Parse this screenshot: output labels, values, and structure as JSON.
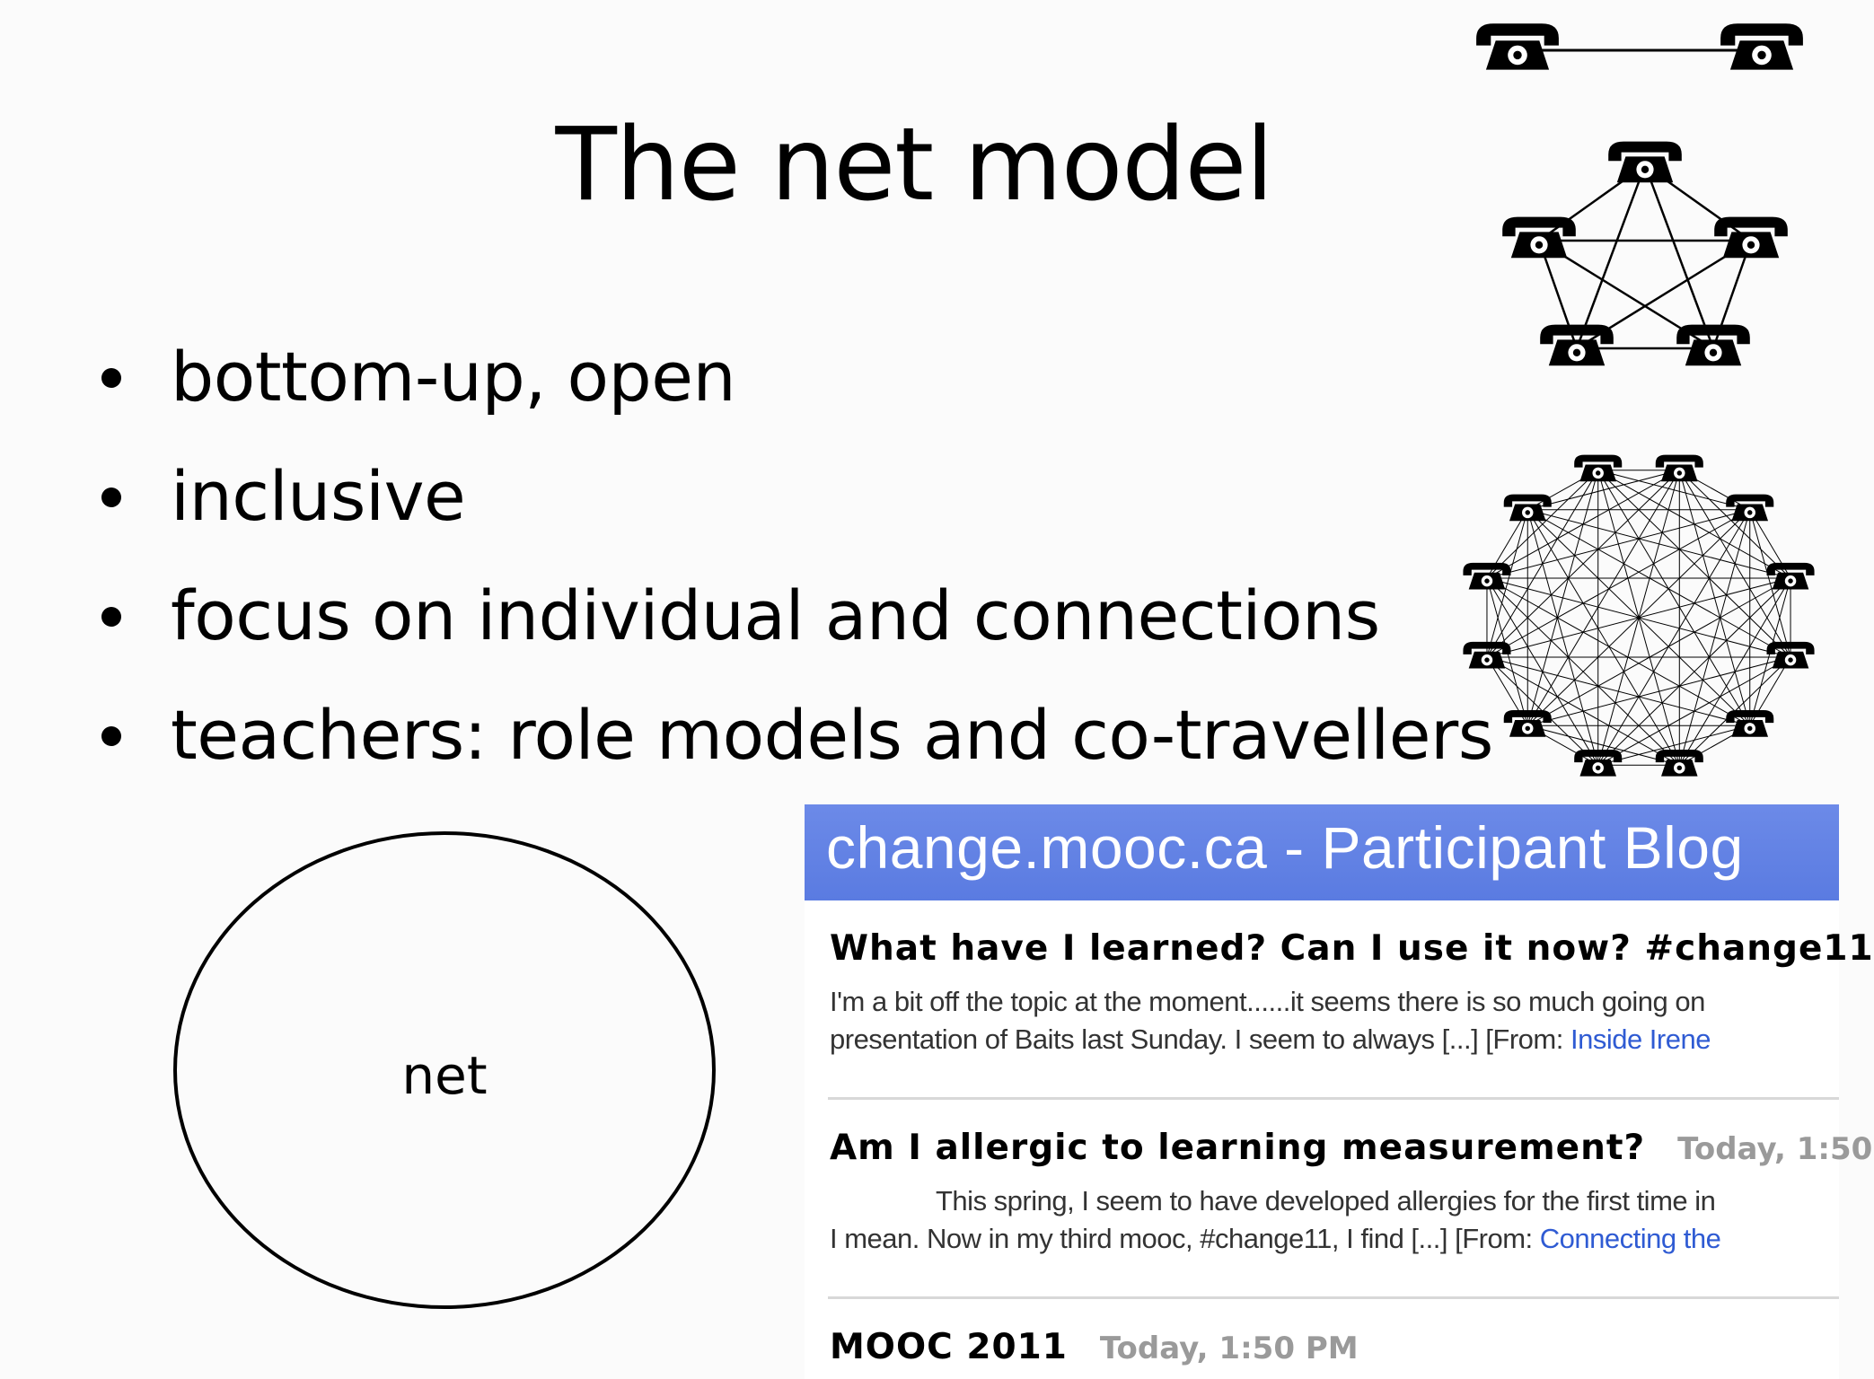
{
  "slide": {
    "title": "The net model",
    "bullets": [
      "bottom-up, open",
      "inclusive",
      "focus on individual and connections",
      "teachers: role models and co-travellers"
    ],
    "ellipse_label": "net"
  },
  "icons": {
    "network_2": "telephone-pair-network-icon",
    "network_5": "telephone-five-node-network-icon",
    "network_12": "telephone-twelve-node-network-icon",
    "node": "telephone-icon"
  },
  "blog": {
    "header_title": "change.mooc.ca - Participant Blog",
    "header_color": "#5f80e4",
    "posts": [
      {
        "title": "What have I learned? Can I use it now? #change11",
        "time": "",
        "line1": "I'm a bit off the topic at the moment......it seems there is so much going on",
        "line2_text": "presentation of Baits last Sunday. I seem to always [...] [From: ",
        "line2_link": "Inside Irene"
      },
      {
        "title": "Am I allergic to learning measurement?",
        "time": "Today, 1:50",
        "line1": "This spring, I seem to have developed allergies for the first time in",
        "line2_text": "I mean. Now in my third mooc, #change11, I find [...] [From: ",
        "line2_link": "Connecting the"
      },
      {
        "title": "MOOC 2011",
        "time": "Today, 1:50 PM"
      }
    ]
  }
}
